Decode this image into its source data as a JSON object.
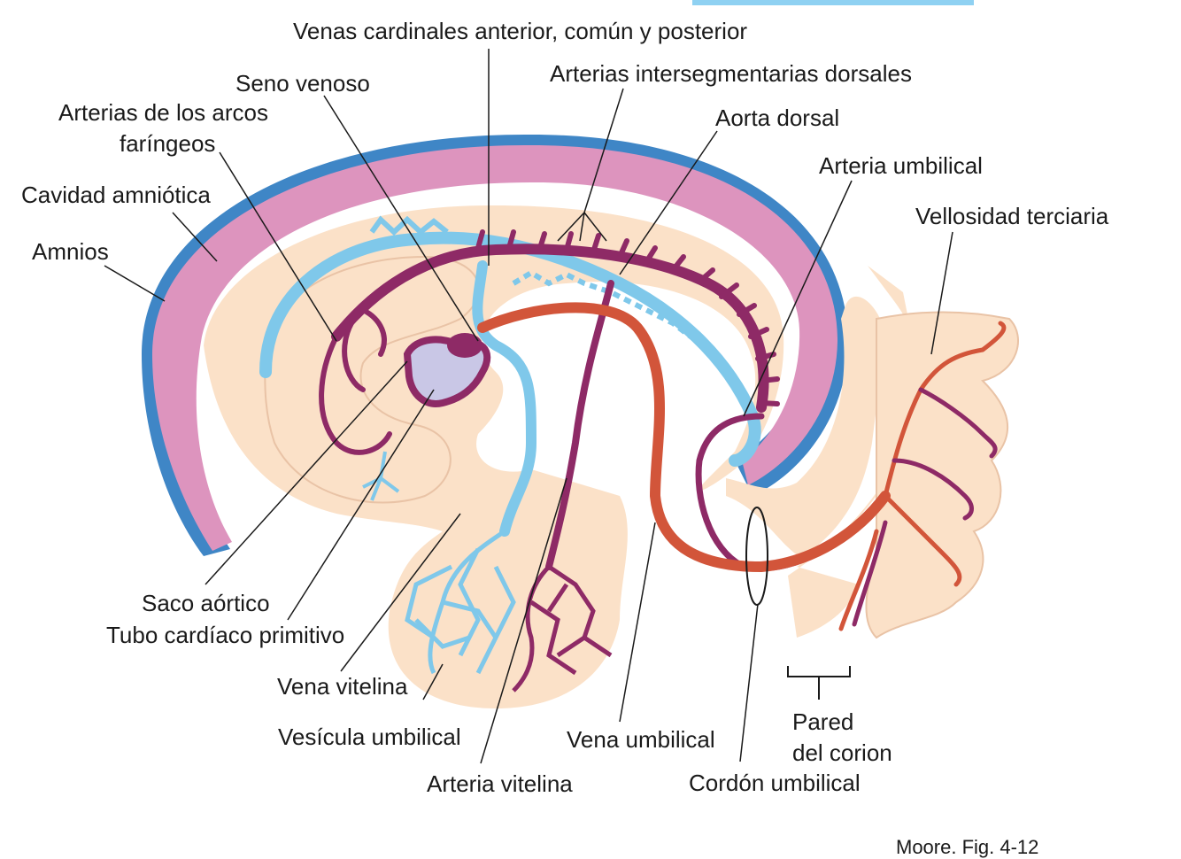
{
  "labels": {
    "venas_cardinales": "Venas cardinales anterior, común y posterior",
    "seno_venoso": "Seno venoso",
    "arterias_intersegmentarias": "Arterias intersegmentarias dorsales",
    "arterias_arcos_1": "Arterias de los arcos",
    "arterias_arcos_2": "faríngeos",
    "aorta_dorsal": "Aorta dorsal",
    "arteria_umbilical": "Arteria umbilical",
    "cavidad_amniotica": "Cavidad amniótica",
    "vellosidad_terciaria": "Vellosidad terciaria",
    "amnios": "Amnios",
    "saco_aortico": "Saco aórtico",
    "tubo_cardiaco": "Tubo cardíaco primitivo",
    "vena_vitelina": "Vena vitelina",
    "vesicula_umbilical": "Vesícula umbilical",
    "vena_umbilical": "Vena umbilical",
    "pared_1": "Pared",
    "pared_2": "del corion",
    "arteria_vitelina": "Arteria vitelina",
    "cordon_umbilical": "Cordón umbilical",
    "credit": "Moore. Fig. 4-12"
  },
  "colors": {
    "amnion_outline": "#3f86c6",
    "amniotic_cavity": "#dd94be",
    "embryo_tissue": "#fbe1c8",
    "vein_blue": "#7fc8ea",
    "artery_purple": "#8e2a66",
    "umbilical_vein_red": "#d2553a",
    "heart_light": "#c9c7e6",
    "top_bar": "#8fd1f2"
  }
}
